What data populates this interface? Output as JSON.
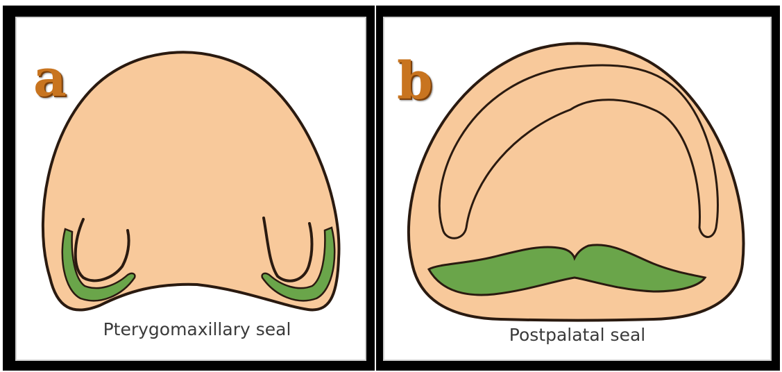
{
  "panels": [
    {
      "letter": "a",
      "caption": "Pterygomaxillary seal"
    },
    {
      "letter": "b",
      "caption": "Postpalatal seal"
    }
  ],
  "colors": {
    "palate_fill": "#f8c99b",
    "seal_fill": "#6aa54a",
    "outline": "#2a1a10",
    "letter": "#c8741f",
    "frame": "#000000"
  }
}
